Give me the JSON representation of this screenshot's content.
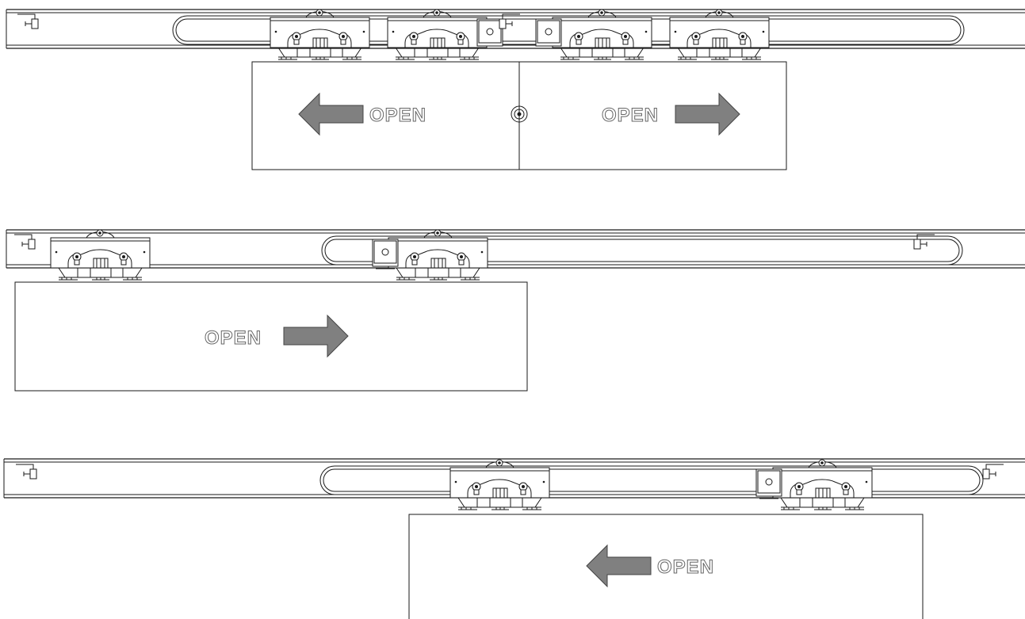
{
  "diagram": {
    "label_text": "OPEN",
    "arrow_color": "#808080",
    "line_color": "#1a1a1a",
    "views": [
      {
        "name": "bi-parting",
        "panels": [
          {
            "open_direction": "left",
            "label": "OPEN"
          },
          {
            "open_direction": "right",
            "label": "OPEN"
          }
        ],
        "has_center_lock": true
      },
      {
        "name": "single-slide-right",
        "panels": [
          {
            "open_direction": "right",
            "label": "OPEN"
          }
        ],
        "has_center_lock": false
      },
      {
        "name": "single-slide-left",
        "panels": [
          {
            "open_direction": "left",
            "label": "OPEN"
          }
        ],
        "has_center_lock": false
      }
    ]
  }
}
